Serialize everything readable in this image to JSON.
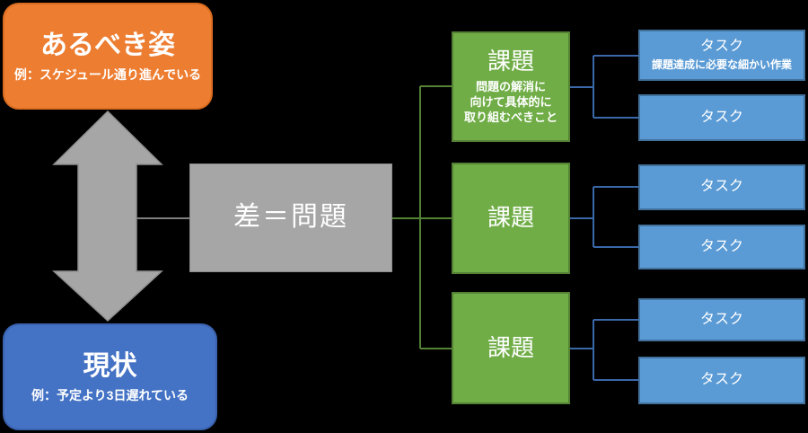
{
  "colors": {
    "background": "#000000",
    "ideal_box_fill": "#ED7D31",
    "current_box_fill": "#4472C4",
    "gap_box_fill": "#A6A6A6",
    "issue_box_fill": "#70AD47",
    "issue_box_border": "#548235",
    "task_box_fill": "#5B9BD5",
    "task_box_border": "#41719C",
    "arrow_fill": "#A6A6A6",
    "green_connector": "#548235",
    "blue_connector": "#3A68A8",
    "gray_connector": "#7F7F7F",
    "text": "#FFFFFF"
  },
  "ideal": {
    "title": "あるべき姿",
    "example": "例：スケジュール通り進んでいる"
  },
  "current": {
    "title": "現状",
    "example": "例：予定より3日遅れている"
  },
  "gap": {
    "label": "差＝問題"
  },
  "issues": [
    {
      "label": "課題",
      "note_lines": [
        "問題の解消に",
        "向けて具体的に",
        "取り組むべきこと"
      ]
    },
    {
      "label": "課題"
    },
    {
      "label": "課題"
    }
  ],
  "tasks": [
    {
      "label": "タスク",
      "note": "課題達成に必要な細かい作業"
    },
    {
      "label": "タスク"
    },
    {
      "label": "タスク"
    },
    {
      "label": "タスク"
    },
    {
      "label": "タスク"
    },
    {
      "label": "タスク"
    }
  ]
}
